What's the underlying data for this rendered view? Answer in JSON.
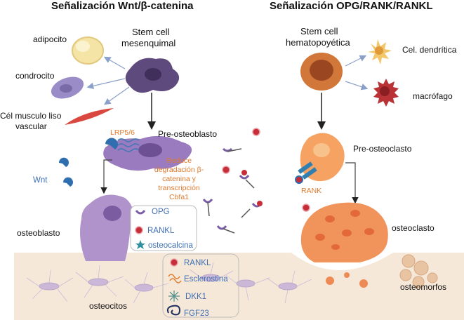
{
  "titles": {
    "left": "Señalización Wnt/β-catenina",
    "right": "Señalización OPG/RANK/RANKL"
  },
  "labels": {
    "adipocito": "adipocito",
    "condrocito": "condrocito",
    "cel_musculo": "Cél musculo liso",
    "vascular": "vascular",
    "stem_mes_1": "Stem cell",
    "stem_mes_2": "mesenquimal",
    "lrp": "LRP5/6",
    "pre_osteoblasto": "Pre-osteoblasto",
    "reduce_1": "Reduce",
    "reduce_2": "degradación β-",
    "reduce_3": "catenina y",
    "reduce_4": "transcripción",
    "reduce_5": "Cbfa1",
    "wnt": "Wnt",
    "osteoblasto": "osteoblasto",
    "osteocitos": "osteocitos",
    "stem_hem_1": "Stem cell",
    "stem_hem_2": "hematopoyética",
    "cel_dendritica": "Cel. dendrítica",
    "macrofago": "macrófago",
    "pre_osteoclasto": "Pre-osteoclasto",
    "rank": "RANK",
    "osteoclasto": "osteoclasto",
    "osteomorfos": "osteomorfos"
  },
  "legend_top": [
    "OPG",
    "RANKL",
    "osteocalcina"
  ],
  "legend_bottom": [
    "RANKL",
    "Esclerostina",
    "DKK1",
    "FGF23"
  ],
  "colors": {
    "purple_cell": "#a98cc4",
    "orange_cell": "#f3a86c",
    "bone": "#f6e8d8",
    "legend_text": "#3f6fb5",
    "annotation": "#e07b2e"
  }
}
